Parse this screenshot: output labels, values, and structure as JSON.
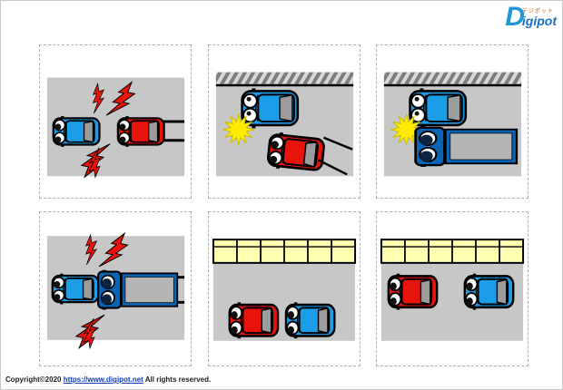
{
  "logo": {
    "katakana": "デジポット",
    "initial": "D",
    "rest": "igipot"
  },
  "footer": {
    "prefix": "Copyright©2020 ",
    "url": "https://www.digipot.net",
    "suffix": " All rights reserved."
  },
  "colors": {
    "car_blue": "#1b9de8",
    "car_red": "#e8140c",
    "truck_blue": "#0a64b4",
    "road_gray": "#c7c7c7",
    "window_gray": "#9c9c9c",
    "truck_bed_gray": "#b5b5b5",
    "sidewalk_yellow": "#ffffb2",
    "impact_flash_yellow": "#ffec00",
    "lightning_red": "#e8140c",
    "wall_hatch_gray": "#7d7d7d",
    "logo_blue": "#1a6fc4",
    "link_blue": "#1040c0"
  },
  "panels": [
    {
      "name": "rear-end-collision-car-hits-car"
    },
    {
      "name": "car-hits-parked-car"
    },
    {
      "name": "truck-hits-parked-car"
    },
    {
      "name": "truck-rear-ends-car"
    },
    {
      "name": "two-cars-driving-close-beside-sidewalk"
    },
    {
      "name": "two-cars-driving-spaced-beside-sidewalk"
    }
  ]
}
